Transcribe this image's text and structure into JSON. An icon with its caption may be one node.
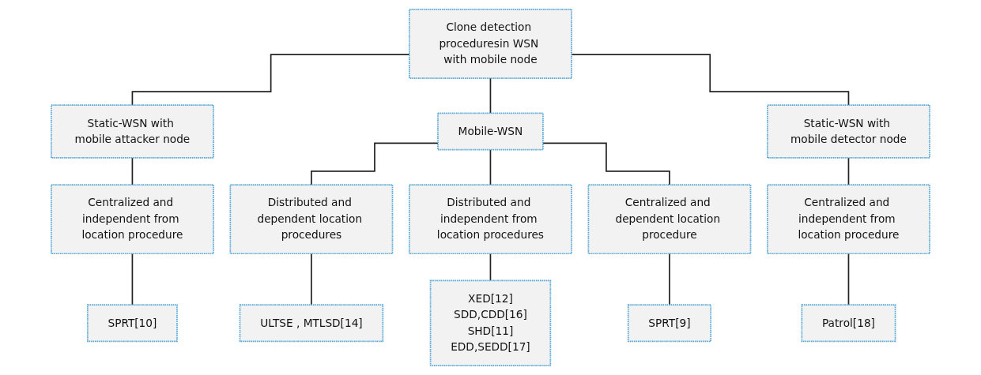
{
  "diagram": {
    "nodes": [
      {
        "text": [
          "Clone detection proceduresin WSN with mobile node"
        ]
      },
      {
        "text": [
          "Static-WSN with mobile attacker node"
        ]
      },
      {
        "text": [
          "Mobile-WSN"
        ]
      },
      {
        "text": [
          "Static-WSN with mobile detector node"
        ]
      },
      {
        "text": [
          "Centralized and independent from location procedure"
        ]
      },
      {
        "text": [
          "Distributed and dependent location procedures"
        ]
      },
      {
        "text": [
          "Distributed and independent from location procedures"
        ]
      },
      {
        "text": [
          "Centralized and dependent location procedure"
        ]
      },
      {
        "text": [
          "Centralized and independent from location procedure"
        ]
      },
      {
        "text": [
          "SPRT[10]"
        ]
      },
      {
        "text": [
          "ULTSE , MTLSD[14]"
        ]
      },
      {
        "text": [
          "XED[12]",
          "SDD,CDD[16]",
          "SHD[11]",
          "EDD,SEDD[17]"
        ]
      },
      {
        "text": [
          "SPRT[9]"
        ]
      },
      {
        "text": [
          "Patrol[18]"
        ]
      }
    ],
    "edges": [
      {
        "from": 0,
        "to": 1,
        "arrow": "none"
      },
      {
        "from": 0,
        "to": 2,
        "arrow": "none"
      },
      {
        "from": 0,
        "to": 3,
        "arrow": "none"
      },
      {
        "from": 1,
        "to": 4,
        "arrow": "none"
      },
      {
        "from": 2,
        "to": 5,
        "arrow": "none"
      },
      {
        "from": 2,
        "to": 6,
        "arrow": "none"
      },
      {
        "from": 2,
        "to": 7,
        "arrow": "none"
      },
      {
        "from": 3,
        "to": 8,
        "arrow": "none"
      },
      {
        "from": 4,
        "to": 9,
        "arrow": "none"
      },
      {
        "from": 5,
        "to": 10,
        "arrow": "none"
      },
      {
        "from": 6,
        "to": 11,
        "arrow": "none"
      },
      {
        "from": 7,
        "to": 12,
        "arrow": "none"
      },
      {
        "from": 8,
        "to": 13,
        "arrow": "none"
      }
    ]
  }
}
